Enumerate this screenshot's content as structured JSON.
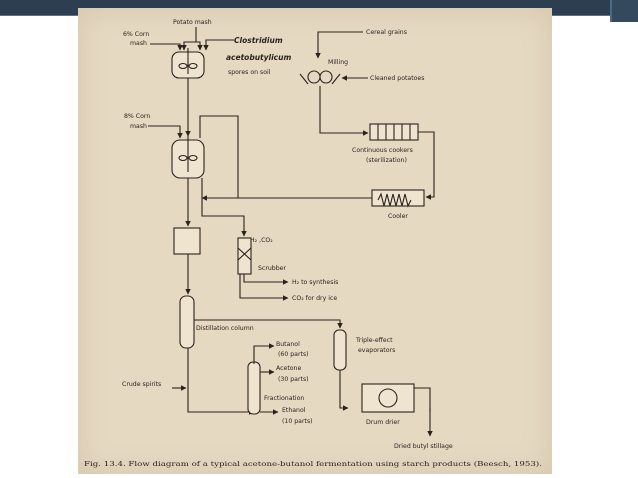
{
  "diagram": {
    "labels": {
      "potato_mash": "Potato mash",
      "corn_mash_top_pct": "6% Corn",
      "corn_mash_top_word": "mash",
      "clostridium_1": "Clostridium",
      "clostridium_2": "acetobutylicum",
      "spores": "spores on soil",
      "cereal_grains": "Cereal grains",
      "milling": "Milling",
      "cleaned_potatoes": "Cleaned  potatoes",
      "corn_mash_mid_pct": "8% Corn",
      "corn_mash_mid_word": "mash",
      "cookers_1": "Continuous cookers",
      "cookers_2": "(sterilization)",
      "cooler": "Cooler",
      "h2co2": "H₂ ,CO₂",
      "scrubber": "Scrubber",
      "h2_synthesis": "H₂ to synthesis",
      "co2_dry_ice": "CO₂  for dry ice",
      "distillation": "Distillation column",
      "butanol": "Butanol",
      "butanol_parts": "(60 parts)",
      "acetone": "Acetone",
      "acetone_parts": "(30 parts)",
      "fractionation": "Fractionation",
      "ethanol": "Ethanol",
      "ethanol_parts": "(10 parts)",
      "crude_spirits": "Crude spirits",
      "triple_1": "Triple-effect",
      "triple_2": "evaporators",
      "drum_drier": "Drum  drier",
      "dried_stillage": "Dried butyl  stillage"
    },
    "caption": "Fig. 13.4.  Flow diagram of a typical acetone-butanol fermentation using starch products (Beesch, 1953)."
  }
}
